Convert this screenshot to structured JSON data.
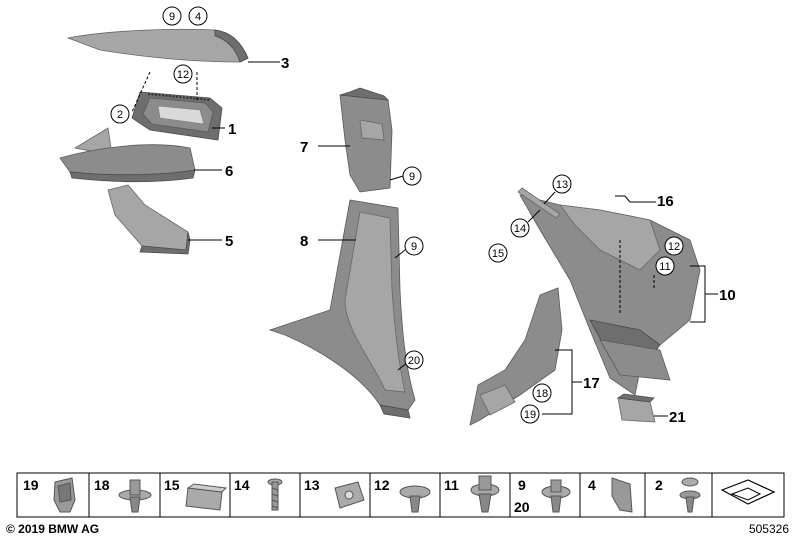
{
  "callouts": {
    "c3": "3",
    "c1": "1",
    "c6": "6",
    "c5": "5",
    "c7": "7",
    "c8": "8",
    "c16": "16",
    "c10": "10",
    "c17": "17",
    "c21": "21",
    "r9a": "9",
    "r4": "4",
    "r12a": "12",
    "r2": "2",
    "r9b": "9",
    "r9c": "9",
    "r20": "20",
    "r13": "13",
    "r14": "14",
    "r15": "15",
    "r12b": "12",
    "r11": "11",
    "r18": "18",
    "r19": "19"
  },
  "strip": [
    {
      "label": "19"
    },
    {
      "label": "18"
    },
    {
      "label": "15"
    },
    {
      "label": "14"
    },
    {
      "label": "13"
    },
    {
      "label": "12"
    },
    {
      "label": "11"
    },
    {
      "label": "9",
      "label2": "20"
    },
    {
      "label": "4"
    },
    {
      "label": "2"
    },
    {
      "label": ""
    }
  ],
  "footer": {
    "copyright": "© 2019 BMW AG",
    "image_id": "505326"
  },
  "colors": {
    "part": "#8c8c8c",
    "line": "#000000",
    "background": "#ffffff"
  }
}
